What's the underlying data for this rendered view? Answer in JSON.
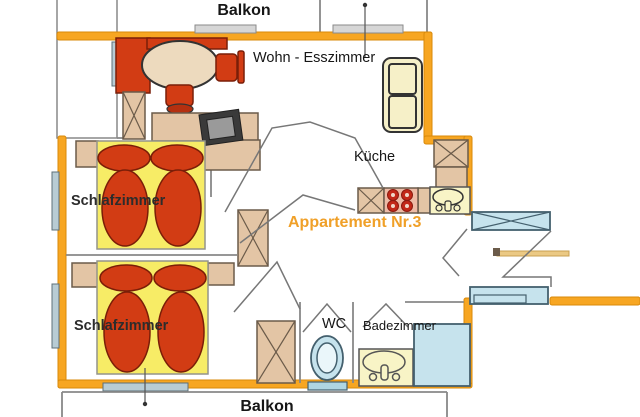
{
  "plan": {
    "apartment_label": "Appartement Nr.3",
    "rooms": {
      "balcony_top": "Balkon",
      "balcony_bottom": "Balkon",
      "living_dining": "Wohn - Esszimmer",
      "kitchen": "Küche",
      "bedroom_1": "Schlafzimmer",
      "bedroom_2": "Schlafzimmer",
      "wc": "WC",
      "bathroom": "Badezimmer"
    },
    "colors": {
      "wall_orange": "#F7A622",
      "wall_border": "#D8890A",
      "furniture_red": "#D23C14",
      "bed_yellow": "#F7EC66",
      "cabinet_tan": "#E3C5A5",
      "fixture_blue": "#C6E3ED",
      "window_gray_blue": "#B8CCD4",
      "sofa_cream": "#F6F0C8",
      "label_accent_orange": "#F0A028",
      "label_black": "#161616"
    }
  }
}
